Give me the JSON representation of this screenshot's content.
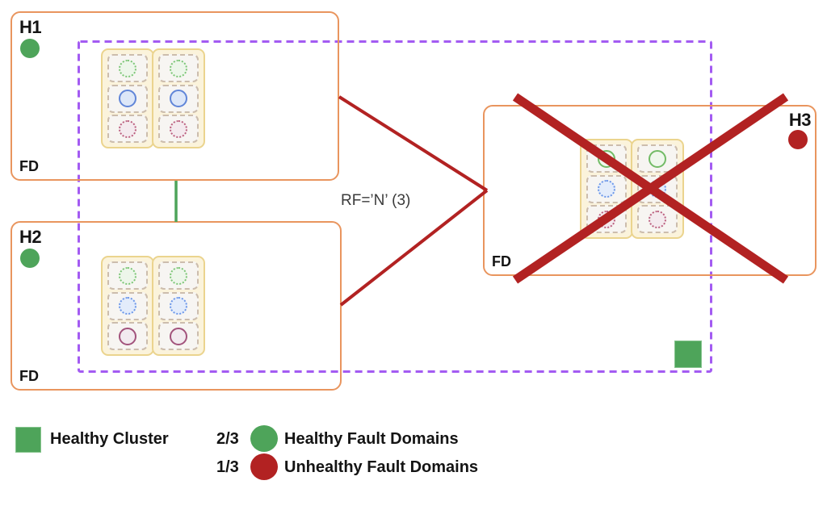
{
  "diagram": {
    "rf_label": "RF=’N’ (3)",
    "hosts": [
      {
        "label": "H1",
        "fd_label": "FD",
        "status": "healthy",
        "replicas": [
          "green-dotted",
          "blue-solid",
          "pink-dotted"
        ],
        "crossed_out": false
      },
      {
        "label": "H2",
        "fd_label": "FD",
        "status": "healthy",
        "replicas": [
          "green-dotted",
          "blue-dotted",
          "maroon-solid"
        ],
        "crossed_out": false
      },
      {
        "label": "H3",
        "fd_label": "FD",
        "status": "unhealthy",
        "replicas": [
          "green-solid",
          "blue-dotted",
          "pink-dotted"
        ],
        "crossed_out": true
      }
    ],
    "cluster_marker_status": "healthy"
  },
  "legend": {
    "cluster_label": "Healthy Cluster",
    "healthy_ratio": "2/3",
    "healthy_label": "Healthy Fault Domains",
    "unhealthy_ratio": "1/3",
    "unhealthy_label": "Unhealthy Fault Domains"
  },
  "colors": {
    "healthy_green": "#4EA45A",
    "unhealthy_red": "#B22222",
    "host_border_orange": "#E9955E",
    "boundary_purple": "#A35BF2",
    "pod_fill": "#FBF3DB",
    "pod_border": "#EBD48E"
  }
}
